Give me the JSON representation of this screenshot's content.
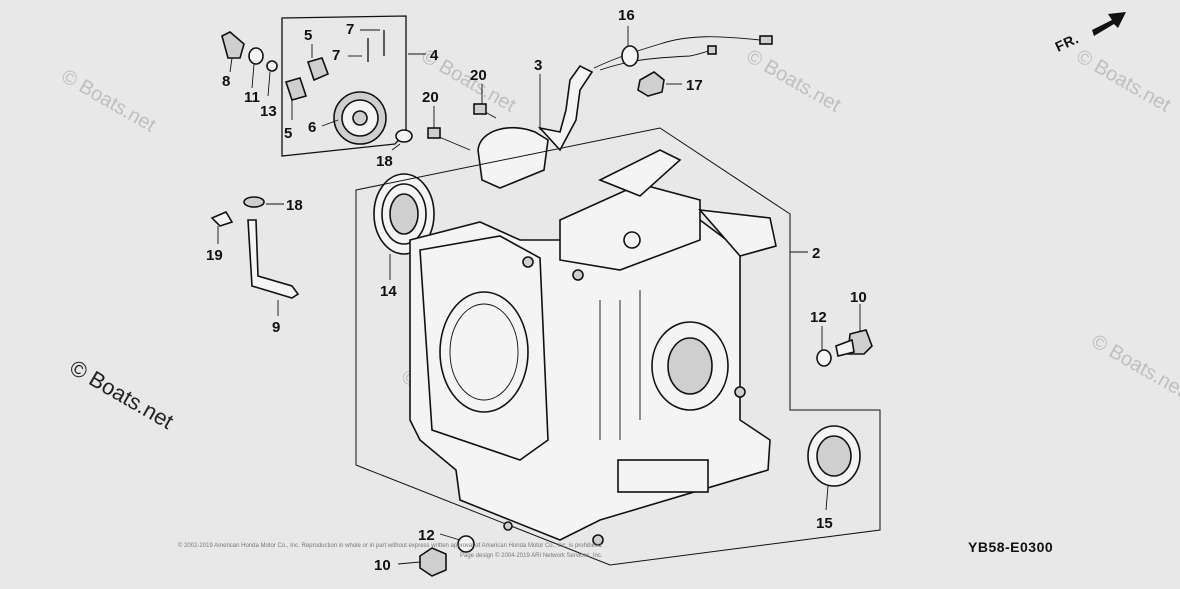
{
  "diagram": {
    "code": "YB58-E0300",
    "direction_label": "FR.",
    "watermark": "© Boats.net",
    "watermark_small": "© Boats.net",
    "copyright_line1": "© 2002-2019 American Honda Motor Co., Inc. Reproduction in whole or in part without express written approval of American Honda Motor Co., Inc. is prohibited.",
    "copyright_line2": "Page design © 2004-2019 ARI Network Services, Inc."
  },
  "callouts": [
    {
      "id": "c8",
      "label": "8"
    },
    {
      "id": "c11",
      "label": "11"
    },
    {
      "id": "c13",
      "label": "13"
    },
    {
      "id": "c5a",
      "label": "5"
    },
    {
      "id": "c5b",
      "label": "5"
    },
    {
      "id": "c6",
      "label": "6"
    },
    {
      "id": "c7a",
      "label": "7"
    },
    {
      "id": "c7b",
      "label": "7"
    },
    {
      "id": "c4",
      "label": "4"
    },
    {
      "id": "c18a",
      "label": "18"
    },
    {
      "id": "c20a",
      "label": "20"
    },
    {
      "id": "c20b",
      "label": "20"
    },
    {
      "id": "c3",
      "label": "3"
    },
    {
      "id": "c16",
      "label": "16"
    },
    {
      "id": "c17",
      "label": "17"
    },
    {
      "id": "c18b",
      "label": "18"
    },
    {
      "id": "c19",
      "label": "19"
    },
    {
      "id": "c9",
      "label": "9"
    },
    {
      "id": "c14",
      "label": "14"
    },
    {
      "id": "c2",
      "label": "2"
    },
    {
      "id": "c12a",
      "label": "12"
    },
    {
      "id": "c10a",
      "label": "10"
    },
    {
      "id": "c15",
      "label": "15"
    },
    {
      "id": "c12b",
      "label": "12"
    },
    {
      "id": "c10b",
      "label": "10"
    }
  ]
}
